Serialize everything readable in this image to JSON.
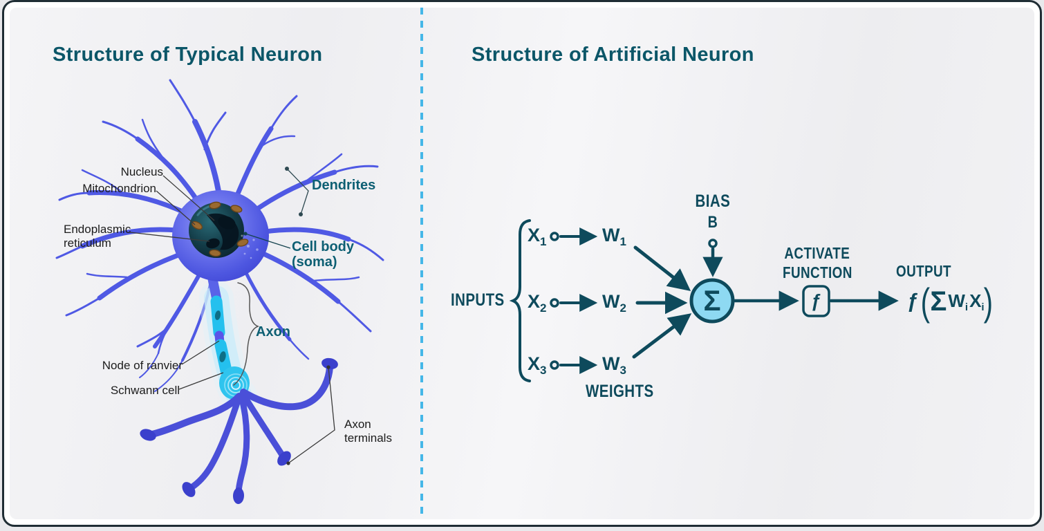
{
  "card": {
    "background": "#ffffff",
    "content_background": "#f1f1f3",
    "border_color": "#1f2d34",
    "divider_color": "#45b7e8",
    "accent_teal": "#0b5668",
    "diagram_teal": "#0e4a5c",
    "neuron_blue": "#4f59e4",
    "myelin_cyan": "#24c0ee",
    "sum_fill": "#8ed9f2"
  },
  "left": {
    "title": "Structure of Typical Neuron",
    "labels": {
      "nucleus": "Nucleus",
      "mitochondrion": "Mitochondrion",
      "endoplasmic_reticulum": "Endoplasmic reticulum",
      "dendrites": "Dendrites",
      "cell_body": "Cell body (soma)",
      "axon": "Axon",
      "node_of_ranvier": "Node of ranvier",
      "schwann_cell": "Schwann cell",
      "axon_terminals": "Axon terminals"
    }
  },
  "right": {
    "title": "Structure of Artificial Neuron",
    "inputs_label": "INPUTS",
    "weights_label": "WEIGHTS",
    "bias_label": "BIAS",
    "bias_symbol": "B",
    "inputs": [
      {
        "base": "X",
        "sub": "1"
      },
      {
        "base": "X",
        "sub": "2"
      },
      {
        "base": "X",
        "sub": "3"
      }
    ],
    "weights": [
      {
        "base": "W",
        "sub": "1"
      },
      {
        "base": "W",
        "sub": "2"
      },
      {
        "base": "W",
        "sub": "3"
      }
    ],
    "sum_symbol": "Σ",
    "activate_label_line1": "ACTIVATE",
    "activate_label_line2": "FUNCTION",
    "activation_symbol": "ƒ",
    "output_label": "OUTPUT",
    "formula": {
      "f": "ƒ",
      "open_paren": "(",
      "sigma": "Σ",
      "w_base": "W",
      "w_sub": "i",
      "x_base": "X",
      "x_sub": "i",
      "close_paren": ")"
    }
  }
}
